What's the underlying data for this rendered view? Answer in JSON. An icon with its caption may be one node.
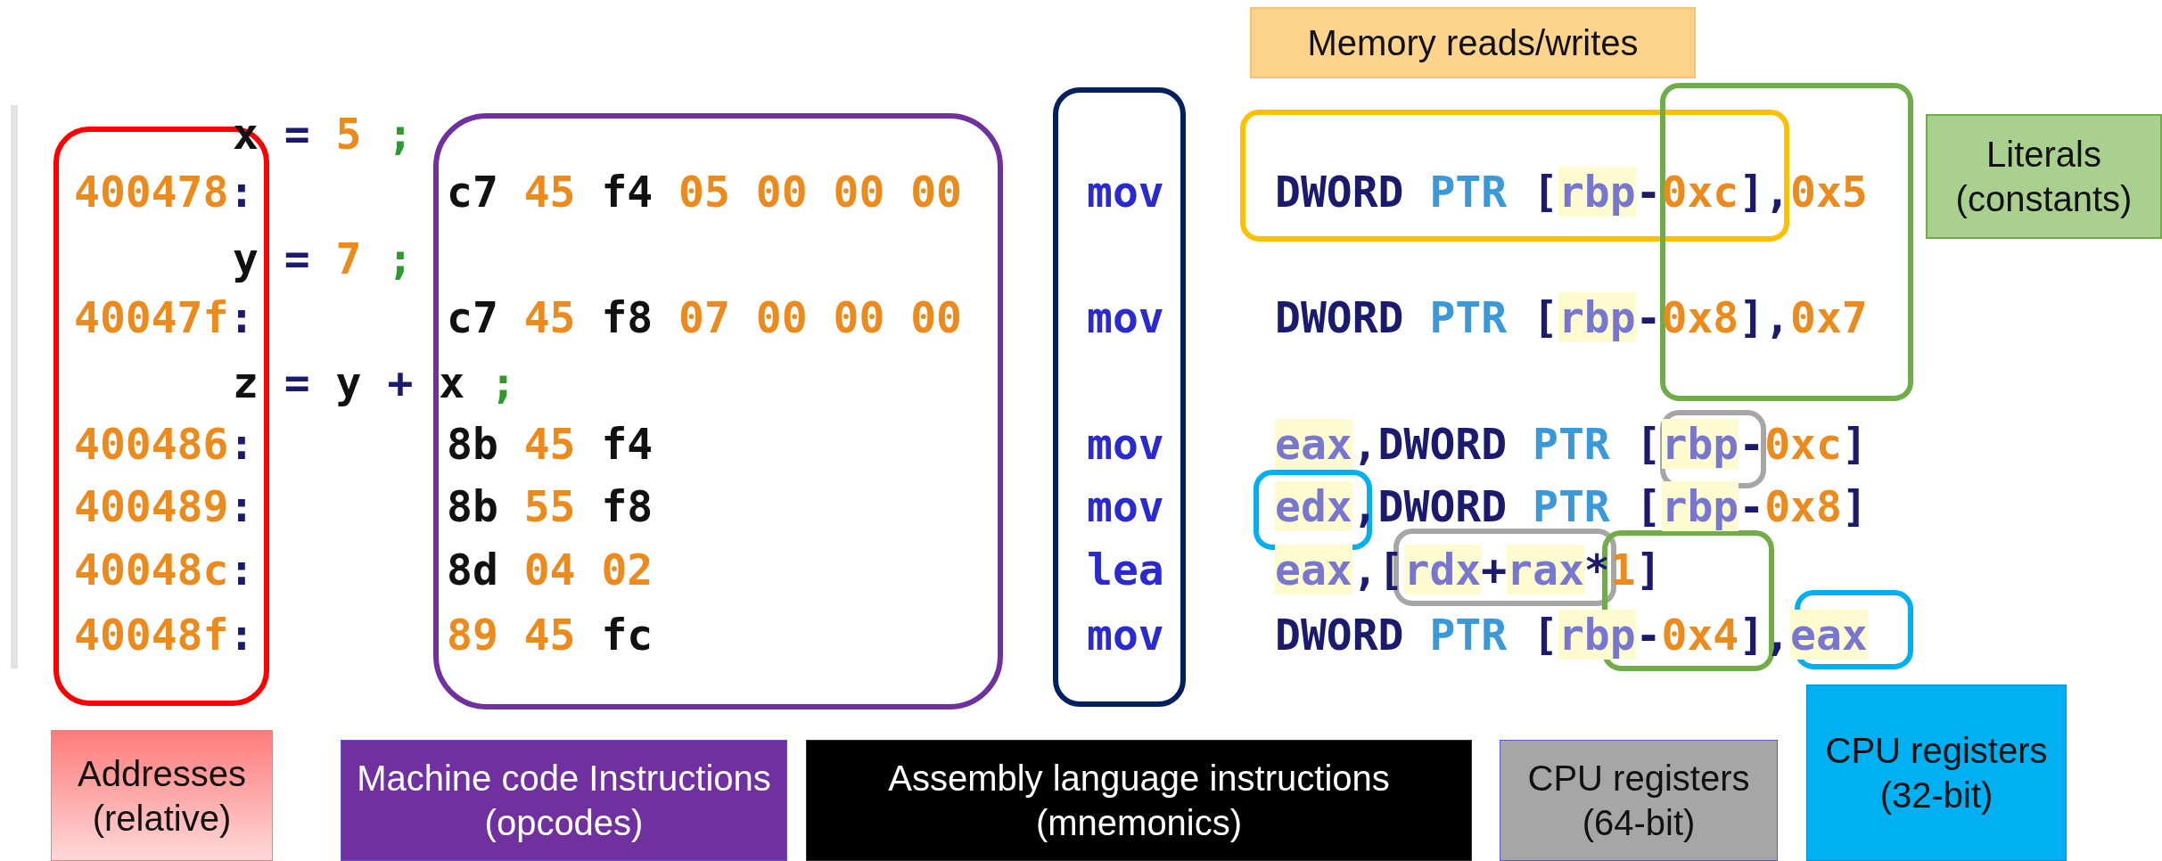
{
  "diagram": {
    "nodes": [
      {
        "text": [
          "Memory reads/writes"
        ]
      },
      {
        "text": [
          "400478:",
          "40047f:",
          "400486:",
          "400489:",
          "40048c:",
          "40048f:"
        ]
      },
      {
        "text": [
          "c7 45 f4 05 00 00 00",
          "c7 45 f8 07 00 00 00",
          "8b 45 f4",
          "8b 55 f8",
          "8d 04 02",
          "89 45 fc"
        ]
      },
      {
        "text": [
          "mov",
          "mov",
          "mov",
          "mov",
          "lea",
          "mov"
        ]
      },
      {
        "text": [
          "Literals (constants)"
        ]
      },
      {
        "text": [
          "Addresses (relative)"
        ]
      },
      {
        "text": [
          "Machine code Instructions (opcodes)"
        ]
      },
      {
        "text": [
          "Assembly language instructions (mnemonics)"
        ]
      },
      {
        "text": [
          "CPU registers (64-bit)"
        ]
      },
      {
        "text": [
          "CPU registers (32-bit)"
        ]
      }
    ],
    "labels": [
      "x = 5 ;",
      "y = 7 ;",
      "z = y + x ;",
      "DWORD PTR [rbp-0xc],0x5",
      "DWORD PTR [rbp-0x8],0x7",
      "eax,DWORD PTR [rbp-0xc]",
      "edx,DWORD PTR [rbp-0x8]",
      "eax,[rdx+rax*1]",
      "DWORD PTR [rbp-0x4],eax"
    ]
  }
}
